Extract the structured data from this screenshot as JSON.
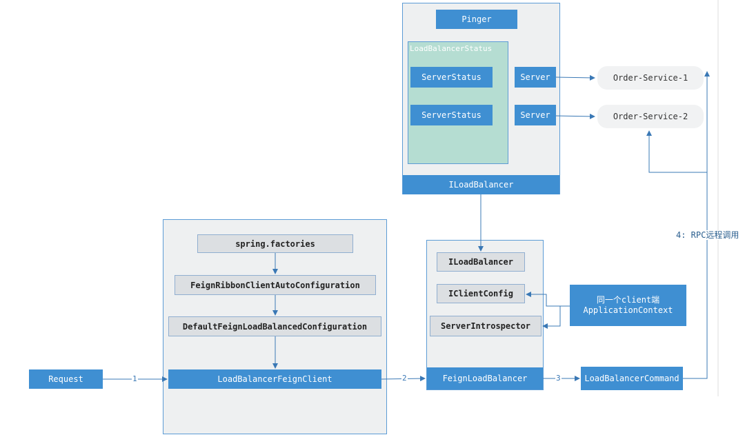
{
  "top_group": {
    "pinger": "Pinger",
    "status_title": "LoadBalancerStatus",
    "server_status_1": "ServerStatus",
    "server_status_2": "ServerStatus",
    "server_1": "Server",
    "server_2": "Server",
    "footer": "ILoadBalancer"
  },
  "services": {
    "order_service_1": "Order-Service-1",
    "order_service_2": "Order-Service-2"
  },
  "left_group": {
    "spring_factories": "spring.factories",
    "auto_config": "FeignRibbonClientAutoConfiguration",
    "default_config": "DefaultFeignLoadBalancedConfiguration",
    "feign_client": "LoadBalancerFeignClient"
  },
  "middle_group": {
    "iloadbalancer": "ILoadBalancer",
    "iclientconfig": "IClientConfig",
    "server_introspector": "ServerIntrospector",
    "feign_loadbalancer": "FeignLoadBalancer"
  },
  "context_box": {
    "line1": "同一个client端",
    "line2": "ApplicationContext"
  },
  "request": "Request",
  "command": "LoadBalancerCommand",
  "edges": {
    "step1": "1",
    "step2": "2",
    "step3": "3",
    "step4": "4: RPC远程调用"
  },
  "colors": {
    "box_blue": "#3f8fd2",
    "panel_gray": "#eef0f1",
    "status_teal": "#b5ddd2",
    "line": "#3a78b5"
  }
}
